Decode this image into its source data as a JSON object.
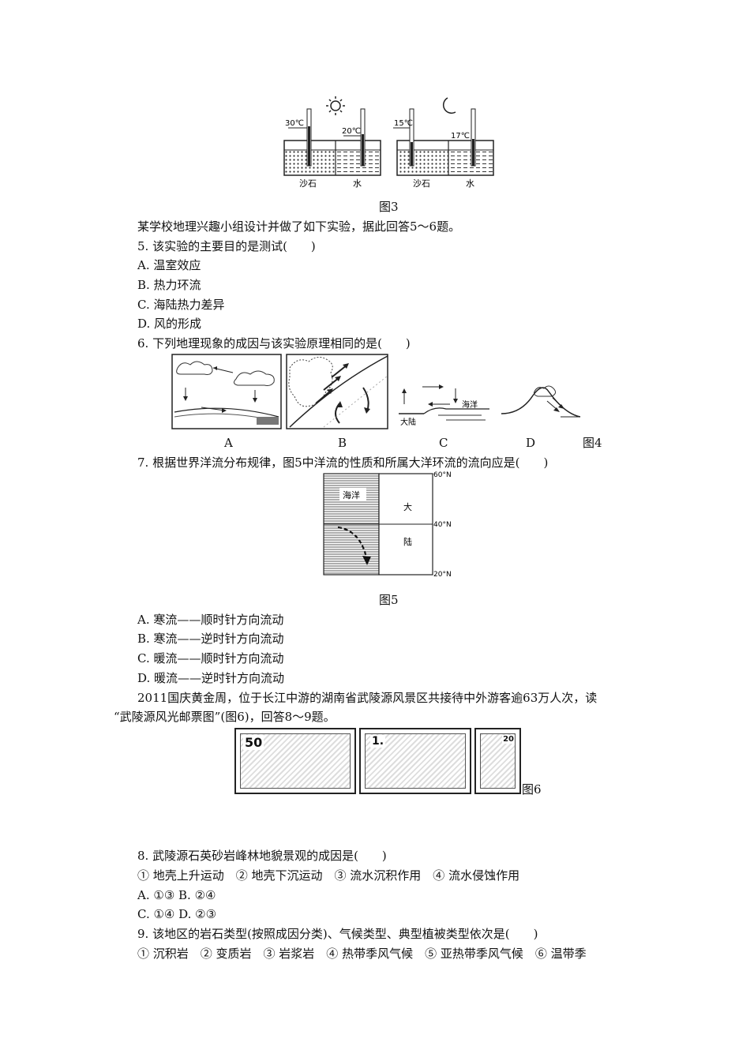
{
  "fig3": {
    "caption": "图3",
    "left": {
      "t_sand": "30℃",
      "t_water": "20℃",
      "label_sand": "沙石",
      "label_water": "水",
      "icon": "sun-icon"
    },
    "right": {
      "t_sand": "15℃",
      "t_water": "17℃",
      "label_sand": "沙石",
      "label_water": "水",
      "icon": "moon-icon"
    }
  },
  "intro56": "某学校地理兴趣小组设计并做了如下实验，据此回答5～6题。",
  "q5": {
    "stem": "5. 该实验的主要目的是测试(　　)",
    "options": [
      "A. 温室效应",
      "B. 热力环流",
      "C. 海陆热力差异",
      "D. 风的形成"
    ]
  },
  "q6": {
    "stem": "6. 下列地理现象的成因与该实验原理相同的是(　　)",
    "fig_labels": [
      "A",
      "B",
      "C",
      "D"
    ],
    "caption": "图4",
    "c_labels": {
      "sea": "海洋",
      "land": "大陆"
    }
  },
  "q7": {
    "stem": "7. 根据世界洋流分布规律，图5中洋流的性质和所属大洋环流的流向应是(　　)",
    "fig": {
      "ocean": "海洋",
      "land1": "大",
      "land2": "陆",
      "lat_top": "60°N",
      "lat_mid": "40°N",
      "lat_bot": "20°N"
    },
    "caption": "图5",
    "options": [
      "A. 寒流——顺时针方向流动",
      "B. 寒流——逆时针方向流动",
      "C. 暖流——顺时针方向流动",
      "D. 暖流——逆时针方向流动"
    ]
  },
  "intro89": {
    "line1": "2011国庆黄金周，位于长江中游的湖南省武陵源风景区共接待中外游客逾63万人次，读",
    "line2": "“武陵源风光邮票图”(图6)，回答8～9题。"
  },
  "fig6": {
    "caption": "图6",
    "values": [
      "50",
      "1.",
      "20"
    ]
  },
  "q8": {
    "stem": "8. 武陵源石英砂岩峰林地貌景观的成因是(　　)",
    "choices": "① 地壳上升运动　② 地壳下沉运动　③ 流水沉积作用　④ 流水侵蚀作用",
    "options": [
      "A. ①③  B. ②④",
      "C. ①④  D. ②③"
    ]
  },
  "q9": {
    "stem": "9. 该地区的岩石类型(按照成因分类)、气候类型、典型植被类型依次是(　　)",
    "choices": "① 沉积岩　② 变质岩　③ 岩浆岩　④ 热带季风气候　⑤ 亚热带季风气候　⑥ 温带季"
  }
}
